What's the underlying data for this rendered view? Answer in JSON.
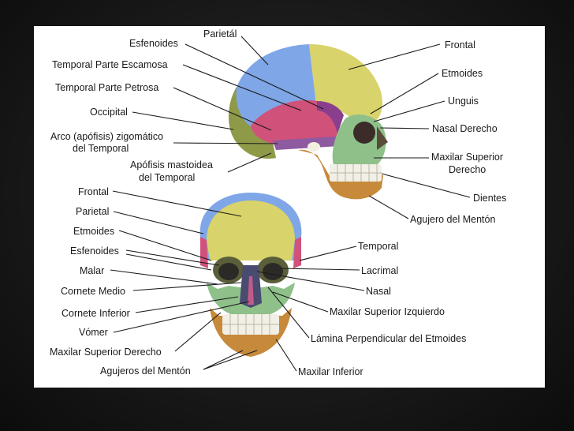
{
  "colors": {
    "background": "#1c1c1c",
    "panel": "#ffffff",
    "frontal": "#d8d36a",
    "parietal": "#7fa6e6",
    "temporal": "#d0517a",
    "sphenoid": "#8a3e8e",
    "occipital": "#8f9a48",
    "maxilla": "#8fc08a",
    "mandible": "#c7893a",
    "teeth": "#f2f0e6"
  },
  "lateral_view": {
    "labels": [
      {
        "id": "parietal",
        "text": "Parietál"
      },
      {
        "id": "esfenoides",
        "text": "Esfenoides"
      },
      {
        "id": "temporal-escamosa",
        "text": "Temporal Parte Escamosa"
      },
      {
        "id": "temporal-petrosa",
        "text": "Temporal Parte Petrosa"
      },
      {
        "id": "occipital",
        "text": "Occipital"
      },
      {
        "id": "arco-zigomatico-1",
        "text": "Arco (apófisis) zigomático"
      },
      {
        "id": "arco-zigomatico-2",
        "text": "del Temporal"
      },
      {
        "id": "apofisis-mastoidea-1",
        "text": "Apófisis mastoidea"
      },
      {
        "id": "apofisis-mastoidea-2",
        "text": "del Temporal"
      },
      {
        "id": "frontal",
        "text": "Frontal"
      },
      {
        "id": "etmoides",
        "text": "Etmoides"
      },
      {
        "id": "unguis",
        "text": "Unguis"
      },
      {
        "id": "nasal-derecho",
        "text": "Nasal Derecho"
      },
      {
        "id": "maxilar-superior-derecho-1",
        "text": "Maxilar Superior"
      },
      {
        "id": "maxilar-superior-derecho-2",
        "text": "Derecho"
      },
      {
        "id": "dientes",
        "text": "Dientes"
      },
      {
        "id": "agujero-menton",
        "text": "Agujero del Mentón"
      }
    ]
  },
  "frontal_view": {
    "labels": [
      {
        "id": "frontal",
        "text": "Frontal"
      },
      {
        "id": "parietal",
        "text": "Parietal"
      },
      {
        "id": "etmoides",
        "text": "Etmoides"
      },
      {
        "id": "esfenoides",
        "text": "Esfenoides"
      },
      {
        "id": "malar",
        "text": "Malar"
      },
      {
        "id": "cornete-medio",
        "text": "Cornete Medio"
      },
      {
        "id": "cornete-inferior",
        "text": "Cornete Inferior"
      },
      {
        "id": "vomer",
        "text": "Vómer"
      },
      {
        "id": "maxilar-superior-derecho",
        "text": "Maxilar Superior Derecho"
      },
      {
        "id": "agujeros-menton",
        "text": "Agujeros del Mentón"
      },
      {
        "id": "temporal",
        "text": "Temporal"
      },
      {
        "id": "lacrimal",
        "text": "Lacrimal"
      },
      {
        "id": "nasal",
        "text": "Nasal"
      },
      {
        "id": "maxilar-superior-izquierdo",
        "text": "Maxilar Superior Izquierdo"
      },
      {
        "id": "lamina-perpendicular",
        "text": "Lámina Perpendicular del Etmoides"
      },
      {
        "id": "maxilar-inferior",
        "text": "Maxilar Inferior"
      }
    ]
  }
}
